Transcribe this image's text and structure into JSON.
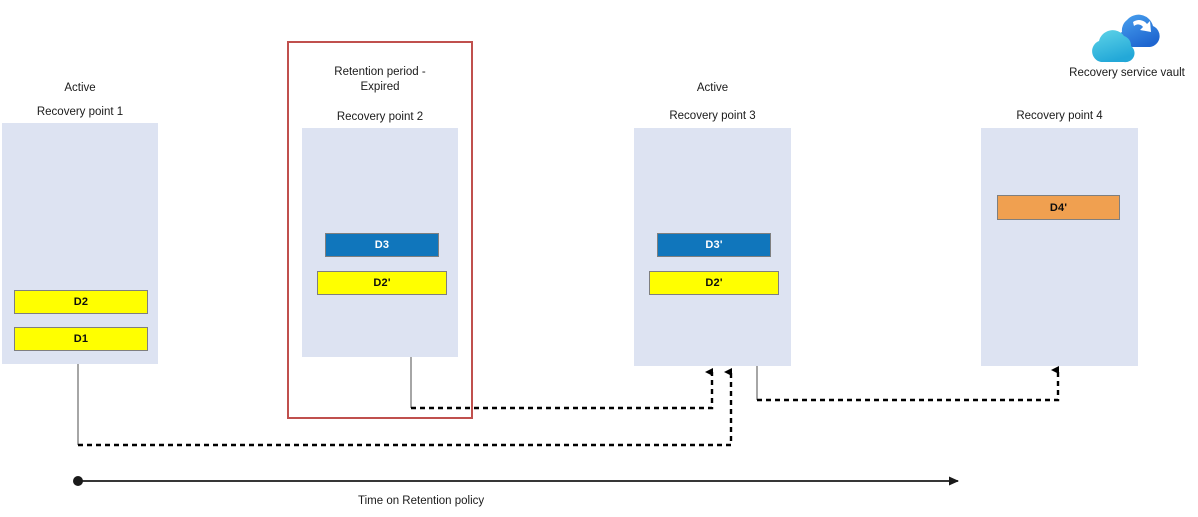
{
  "diagram": {
    "title": "Azure Backup recovery point retention / chain diagram",
    "colors": {
      "box_fill": "#dde3f2",
      "bar_yellow": "#ffff00",
      "bar_blue": "#1076bc",
      "bar_orange": "#f0a050",
      "retention_border": "#c0504d",
      "connector_solid": "#808080",
      "connector_dashed": "#000000",
      "vault_cloud_dark": "#2f7fe0",
      "vault_cloud_light": "#32bede"
    }
  },
  "recovery_points": [
    {
      "id": "recovery-point-1",
      "status_label": "Active",
      "title": "Recovery point 1",
      "bars": [
        {
          "label": "D2",
          "color": "yellow"
        },
        {
          "label": "D1",
          "color": "yellow"
        }
      ]
    },
    {
      "id": "recovery-point-2",
      "status_label": "Retention period -\nExpired",
      "title": "Recovery point 2",
      "highlighted": "true",
      "bars": [
        {
          "label": "D3",
          "color": "blue"
        },
        {
          "label": "D2'",
          "color": "yellow"
        }
      ]
    },
    {
      "id": "recovery-point-3",
      "status_label": "Active",
      "title": "Recovery point 3",
      "bars": [
        {
          "label": "D3'",
          "color": "blue"
        },
        {
          "label": "D2'",
          "color": "yellow"
        }
      ]
    },
    {
      "id": "recovery-point-4",
      "status_label": "",
      "title": "Recovery point 4",
      "bars": [
        {
          "label": "D4'",
          "color": "orange"
        }
      ]
    }
  ],
  "vault": {
    "icon": "recovery-services-vault-icon",
    "label": "Recovery service vault"
  },
  "timeline": {
    "label": "Time on Retention policy",
    "start_marker": "dot",
    "end_marker": "arrow"
  }
}
